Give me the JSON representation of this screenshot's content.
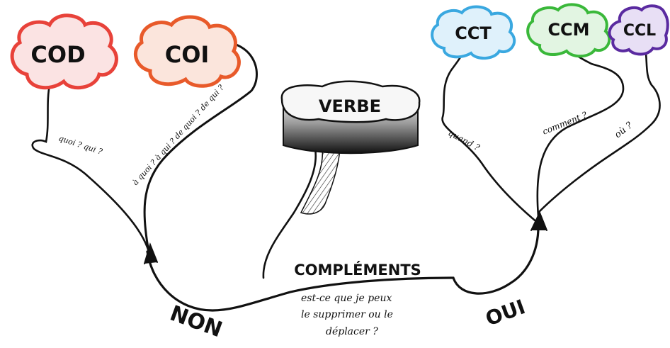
{
  "nodes": {
    "cod": {
      "label": "COD",
      "color": "#e8423a"
    },
    "coi": {
      "label": "COI",
      "color": "#e85a2a"
    },
    "cct": {
      "label": "CCT",
      "color": "#3aa8e0"
    },
    "ccm": {
      "label": "CCM",
      "color": "#3ab83a"
    },
    "ccl": {
      "label": "CCL",
      "color": "#5a2aa0"
    },
    "verbe": {
      "label": "VERBE"
    },
    "complements": {
      "label": "COMPLÉMENTS"
    }
  },
  "branches": {
    "non": "NON",
    "oui": "OUI",
    "question": [
      "est-ce que je peux",
      "le supprimer ou le",
      "déplacer ?"
    ]
  },
  "questions": {
    "cod": "quoi ? qui ?",
    "coi": "à quoi ? à qui ? de quoi ? de qui ?",
    "cct": "quand ?",
    "ccm": "comment ?",
    "ccl": "où ?"
  }
}
